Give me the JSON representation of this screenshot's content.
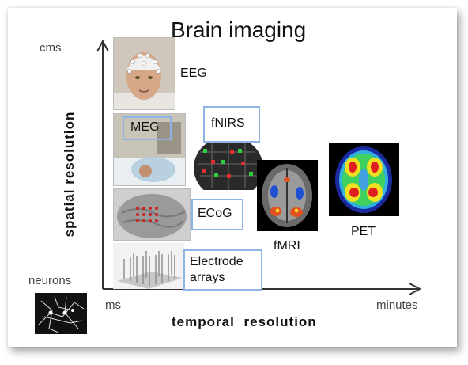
{
  "title": "Brain imaging",
  "axes": {
    "y_title": "spatial resolution",
    "x_title": "temporal resolution",
    "y_top": "cms",
    "y_bottom": "neurons",
    "x_left": "ms",
    "x_right": "minutes"
  },
  "modalities": {
    "eeg": "EEG",
    "meg": "MEG",
    "fnirs": "fNIRS",
    "fmri": "fMRI",
    "pet": "PET",
    "ecog": "ECoG",
    "electrode": "Electrode\narrays"
  },
  "colors": {
    "box_border": "#8db4e2",
    "axis": "#333333"
  }
}
